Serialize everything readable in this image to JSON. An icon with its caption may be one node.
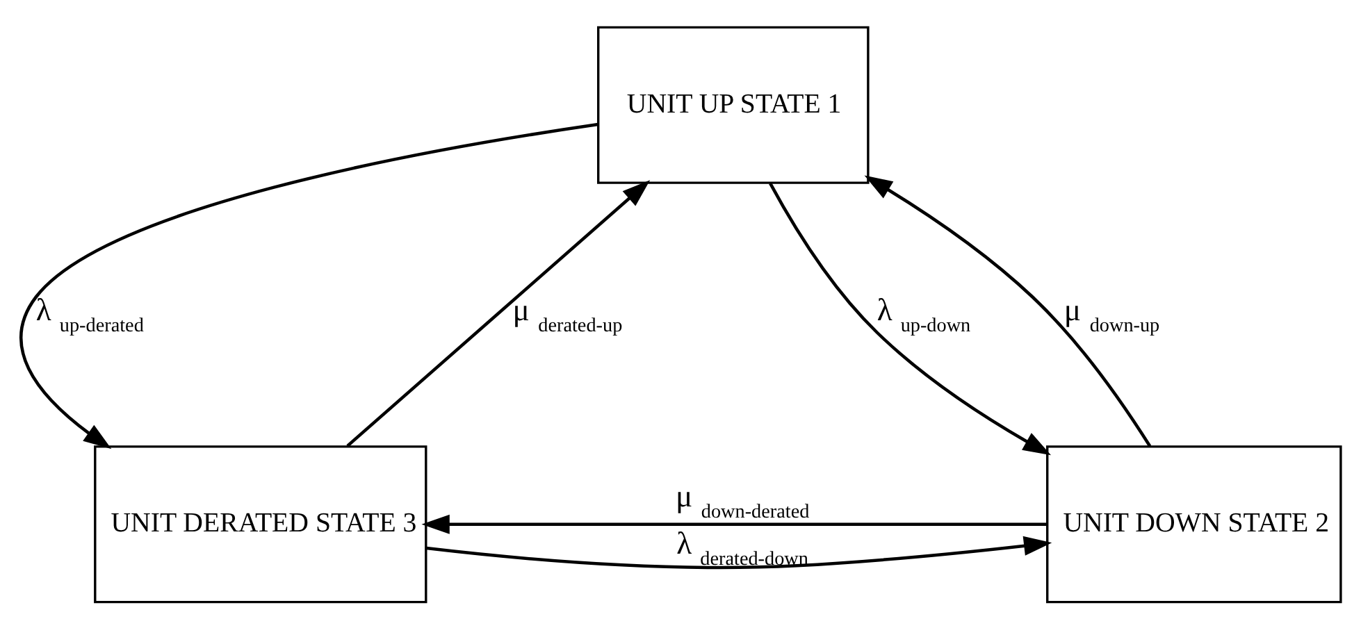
{
  "diagram": {
    "nodes": [
      {
        "text": [
          "UNIT UP STATE 1"
        ]
      },
      {
        "text": [
          "UNIT DERATED STATE 3"
        ]
      },
      {
        "text": [
          "UNIT DOWN STATE 2"
        ]
      }
    ],
    "edges": [
      {
        "from": 0,
        "to": 1,
        "arrow": "to",
        "label": "λ $_{up-derated}$"
      },
      {
        "from": 1,
        "to": 0,
        "arrow": "to",
        "label": "μ $_{derated-up}$"
      },
      {
        "from": 2,
        "to": 0,
        "arrow": "to",
        "label": "μ $_{down-up}$"
      },
      {
        "from": 0,
        "to": 2,
        "arrow": "to",
        "label": "λ $_{up-down}$"
      },
      {
        "from": 2,
        "to": 1,
        "arrow": "to",
        "label": "μ $_{down-derated}$"
      },
      {
        "from": 1,
        "to": 2,
        "arrow": "to",
        "label": "λ $_{derated-down}$"
      }
    ]
  }
}
